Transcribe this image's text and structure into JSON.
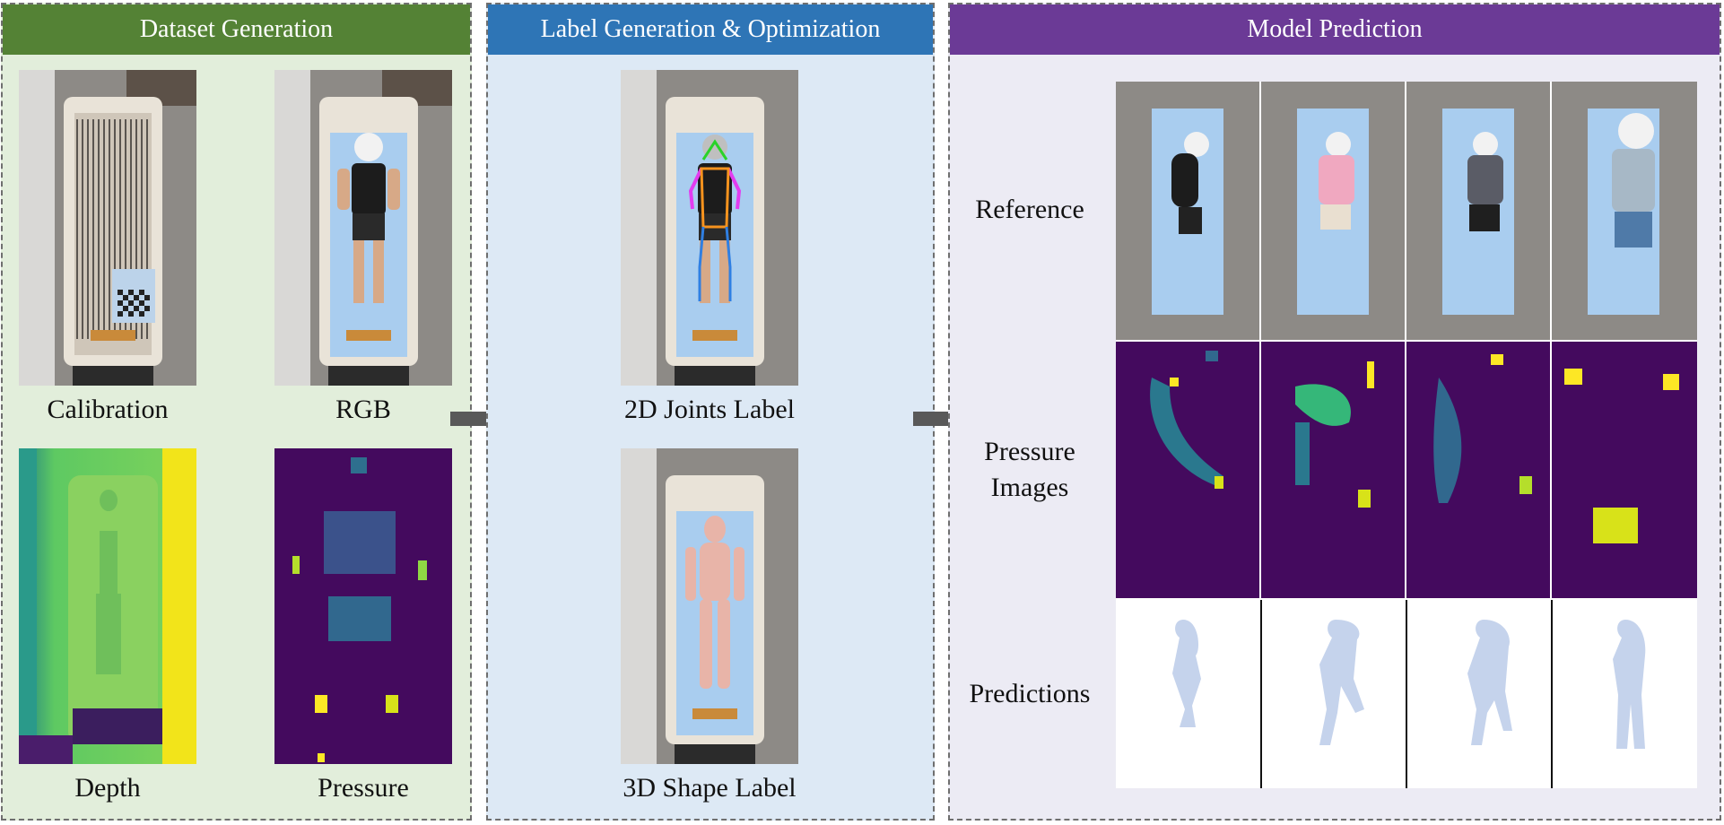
{
  "colors": {
    "dataset_header": "#548235",
    "dataset_bg": "#e2eedb",
    "label_header": "#2e75b6",
    "label_bg": "#dde9f5",
    "model_header": "#6b3a96",
    "model_bg": "#ecebf4",
    "arrow": "#595959"
  },
  "dataset_generation": {
    "title": "Dataset Generation",
    "items": {
      "calibration": "Calibration",
      "rgb": "RGB",
      "depth": "Depth",
      "pressure": "Pressure"
    }
  },
  "label_generation": {
    "title": "Label Generation & Optimization",
    "items": {
      "joints": "2D Joints Label",
      "shape": "3D Shape Label"
    }
  },
  "model_prediction": {
    "title": "Model Prediction",
    "rows": {
      "reference": "Reference",
      "pressure_line1": "Pressure",
      "pressure_line2": "Images",
      "predictions": "Predictions"
    }
  }
}
